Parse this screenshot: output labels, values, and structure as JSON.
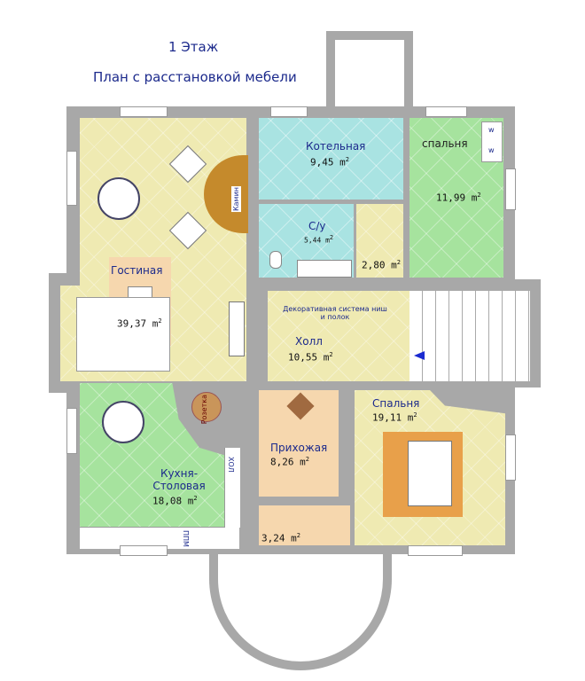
{
  "header": {
    "floor": "1 Этаж",
    "subtitle": "План с расстановкой мебели"
  },
  "unit": "m",
  "rooms": {
    "living": {
      "name": "Гостиная",
      "area": "39,37"
    },
    "boiler": {
      "name": "Котельная",
      "area": "9,45"
    },
    "bath": {
      "name": "С/у",
      "area": "5,44"
    },
    "closet": {
      "area": "2,80"
    },
    "bedroom_small": {
      "name": "спальня",
      "area": "11,99"
    },
    "hall": {
      "name": "Холл",
      "area": "10,55",
      "note": "Декоративная система ниш и полок"
    },
    "kitchen": {
      "name": "Кухня-Столовая",
      "area": "18,08"
    },
    "entry": {
      "name": "Прихожая",
      "area": "8,26"
    },
    "vestibule": {
      "area": "3,24"
    },
    "bedroom_big": {
      "name": "Спальня",
      "area": "19,11"
    }
  },
  "fixtures": {
    "fireplace": "Камин",
    "rosette": "Розетка",
    "fridge": "ХОЛ",
    "dishwasher": "ППМ",
    "wardrobe": "w"
  }
}
